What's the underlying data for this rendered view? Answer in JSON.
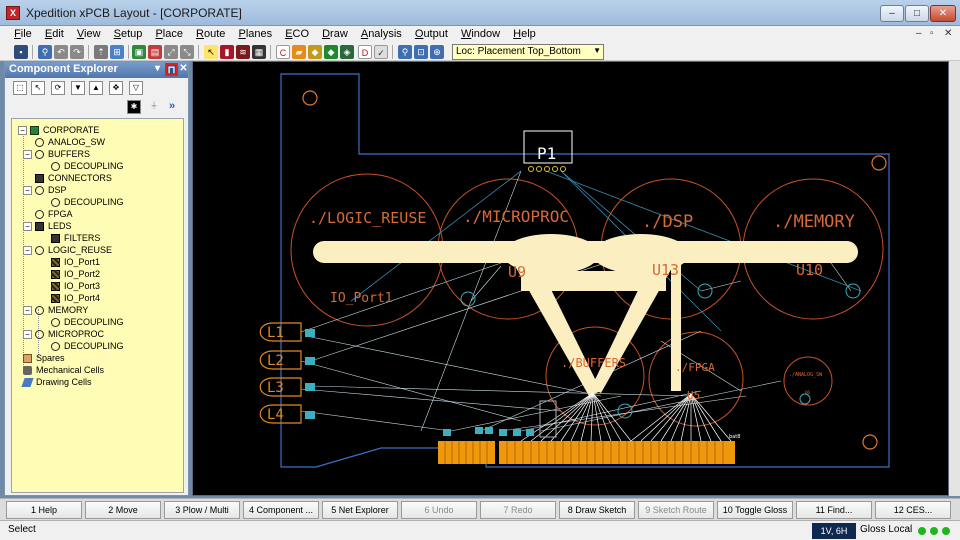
{
  "window": {
    "title": "Xpedition xPCB Layout - [CORPORATE]",
    "minimize": "–",
    "maximize": "□",
    "close": "✕"
  },
  "menu": [
    "File",
    "Edit",
    "View",
    "Setup",
    "Place",
    "Route",
    "Planes",
    "ECO",
    "Draw",
    "Analysis",
    "Output",
    "Window",
    "Help"
  ],
  "toolbar": {
    "location_value": "Loc: Placement Top_Bottom"
  },
  "explorer": {
    "title": "Component Explorer",
    "tree": [
      {
        "label": "CORPORATE",
        "icon": "root"
      },
      {
        "label": "ANALOG_SW",
        "icon": "circle"
      },
      {
        "label": "BUFFERS",
        "icon": "circle"
      },
      {
        "label": "DECOUPLING",
        "icon": "circle"
      },
      {
        "label": "CONNECTORS",
        "icon": "chip"
      },
      {
        "label": "DSP",
        "icon": "circle"
      },
      {
        "label": "DECOUPLING",
        "icon": "circle"
      },
      {
        "label": "FPGA",
        "icon": "circle"
      },
      {
        "label": "LEDS",
        "icon": "chip"
      },
      {
        "label": "FILTERS",
        "icon": "chip"
      },
      {
        "label": "LOGIC_REUSE",
        "icon": "circle"
      },
      {
        "label": "IO_Port1",
        "icon": "grid"
      },
      {
        "label": "IO_Port2",
        "icon": "grid"
      },
      {
        "label": "IO_Port3",
        "icon": "grid"
      },
      {
        "label": "IO_Port4",
        "icon": "grid"
      },
      {
        "label": "MEMORY",
        "icon": "circle"
      },
      {
        "label": "DECOUPLING",
        "icon": "circle"
      },
      {
        "label": "MICROPROC",
        "icon": "circle"
      },
      {
        "label": "DECOUPLING",
        "icon": "circle"
      },
      {
        "label": "Spares",
        "icon": "spares"
      },
      {
        "label": "Mechanical Cells",
        "icon": "mech"
      },
      {
        "label": "Drawing Cells",
        "icon": "draw"
      }
    ]
  },
  "pcb": {
    "labels": {
      "logic_reuse": "./LOGIC_REUSE",
      "microproc": "./MICROPROC",
      "dsp": "./DSP",
      "memory": "./MEMORY",
      "u9": "U9",
      "u13": "U13",
      "u10": "U10",
      "io_port1": "IO_Port1",
      "buffers": "./BUFFERS",
      "fpga": "./FPGA",
      "u5": "U5",
      "analog_sw": "./ANALOG_SW",
      "u6": "U6",
      "p1": "P1",
      "l1": "L1",
      "l2": "L2",
      "l3": "L3",
      "l4": "L4",
      "bat": "bat8"
    }
  },
  "fkeys": [
    {
      "label": "1 Help",
      "enabled": true
    },
    {
      "label": "2 Move",
      "enabled": true
    },
    {
      "label": "3 Plow / Multi",
      "enabled": true
    },
    {
      "label": "4 Component ...",
      "enabled": true
    },
    {
      "label": "5 Net Explorer",
      "enabled": true
    },
    {
      "label": "6 Undo",
      "enabled": false
    },
    {
      "label": "7 Redo",
      "enabled": false
    },
    {
      "label": "8 Draw Sketch",
      "enabled": true
    },
    {
      "label": "9 Sketch Route",
      "enabled": false
    },
    {
      "label": "10 Toggle Gloss",
      "enabled": true
    },
    {
      "label": "11 Find...",
      "enabled": true
    },
    {
      "label": "12 CES...",
      "enabled": true
    }
  ],
  "status": {
    "message": "Select",
    "layer": "1V, 6H",
    "gloss": "Gloss Local"
  }
}
